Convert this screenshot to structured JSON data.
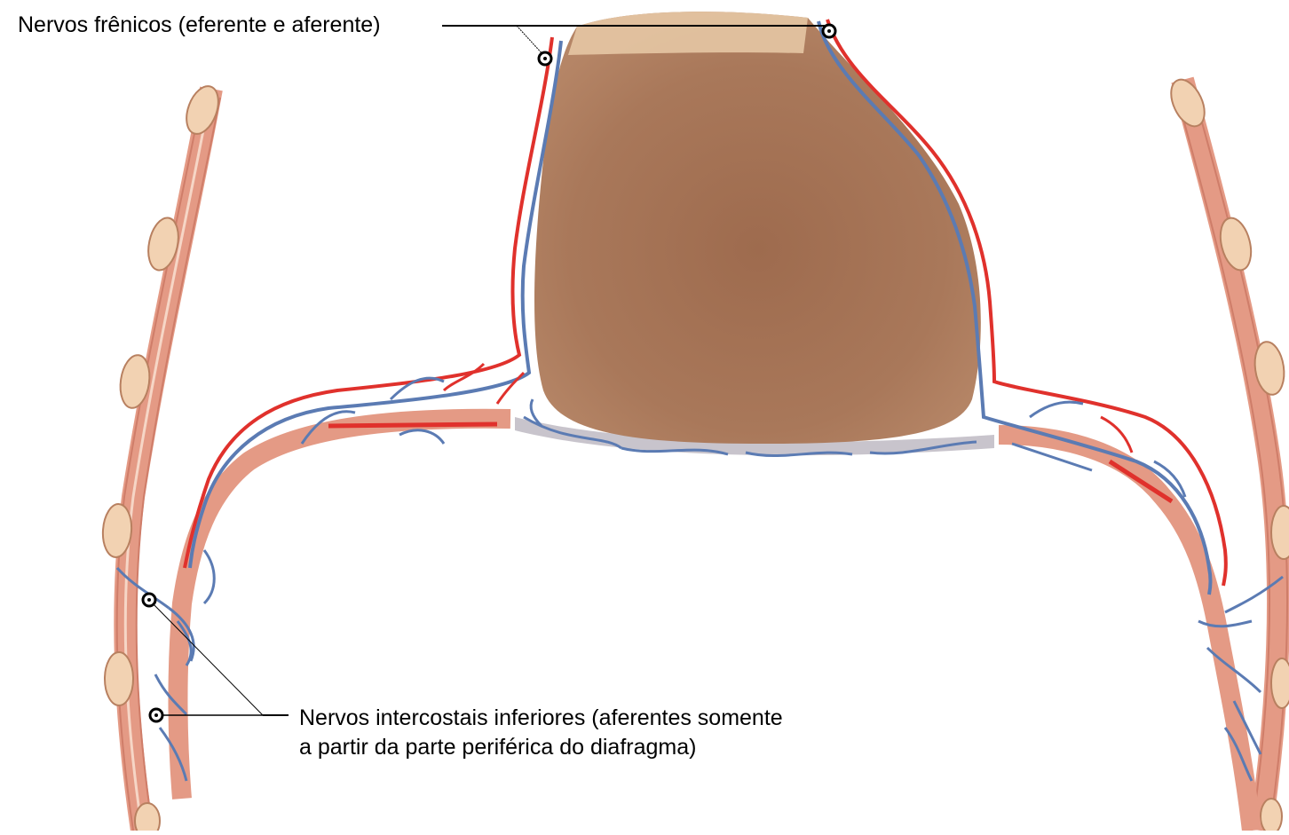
{
  "labels": {
    "phrenic": "Nervos frênicos (eferente e aferente)",
    "intercostal_line1": "Nervos intercostais inferiores (aferentes somente",
    "intercostal_line2": "a partir da parte periférica do diafragma)"
  },
  "colors": {
    "background": "#ffffff",
    "heart": "#a9785a",
    "heart_top": "#e6c6a4",
    "muscle": "#e49a85",
    "muscle_dark": "#cf7d69",
    "rib_node": "#f2d2b2",
    "efferent_nerve": "#e0312c",
    "afferent_nerve": "#5b7bb3",
    "pleura": "#c8c4cc",
    "leader_line": "#000000"
  },
  "icons": {
    "marker": "circle-dot-marker"
  }
}
